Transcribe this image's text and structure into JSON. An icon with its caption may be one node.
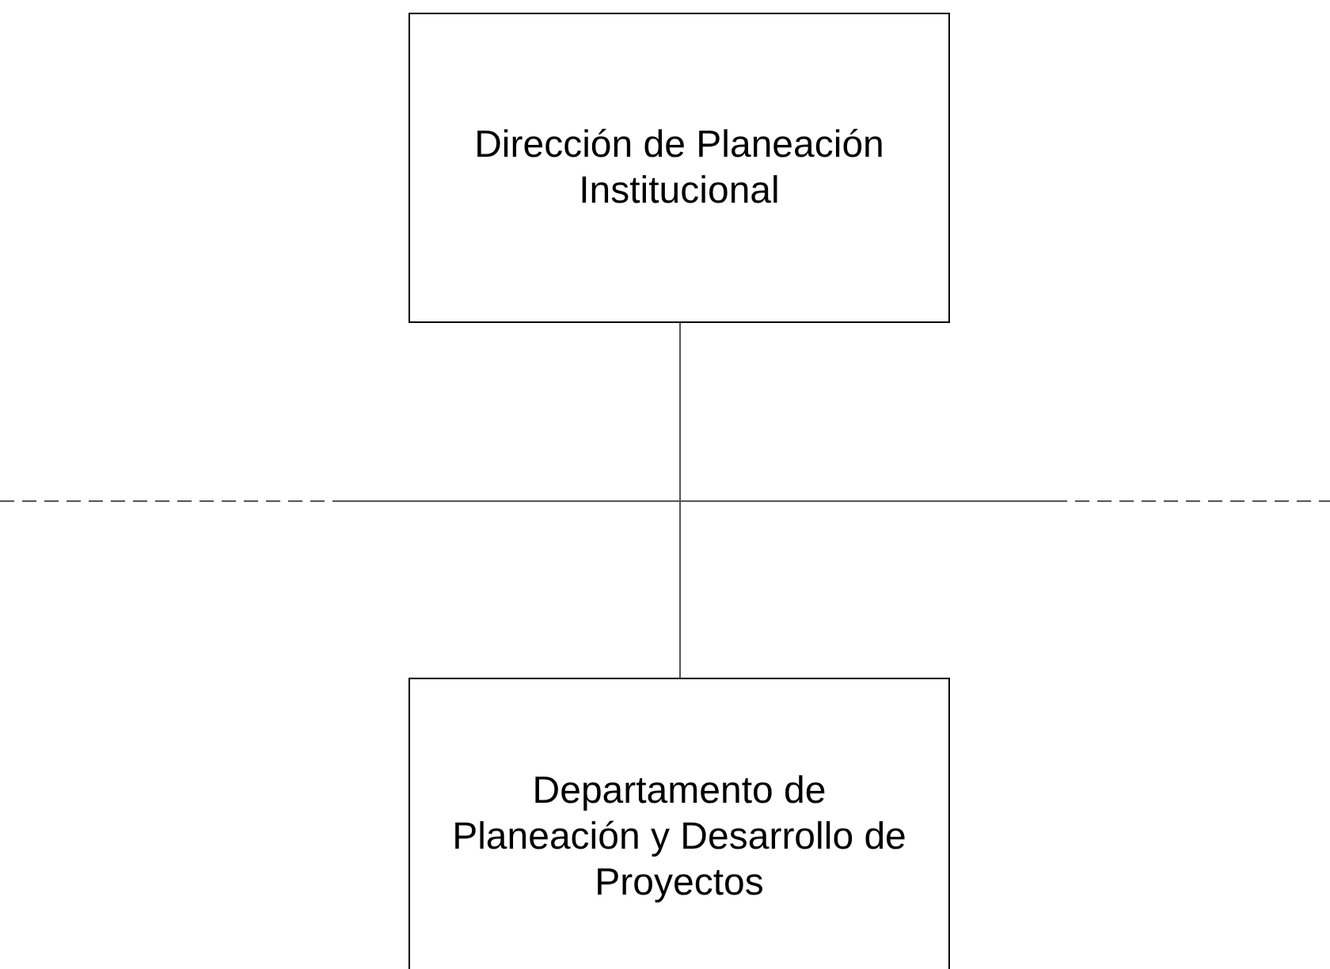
{
  "diagram": {
    "nodes": [
      {
        "text": [
          "Dirección de Planeación Institucional"
        ]
      },
      {
        "text": [
          "Departamento de Planeación y Desarrollo de Proyectos"
        ]
      }
    ],
    "edges": [
      {
        "from": 0,
        "to": 1,
        "arrow": "none"
      }
    ]
  }
}
